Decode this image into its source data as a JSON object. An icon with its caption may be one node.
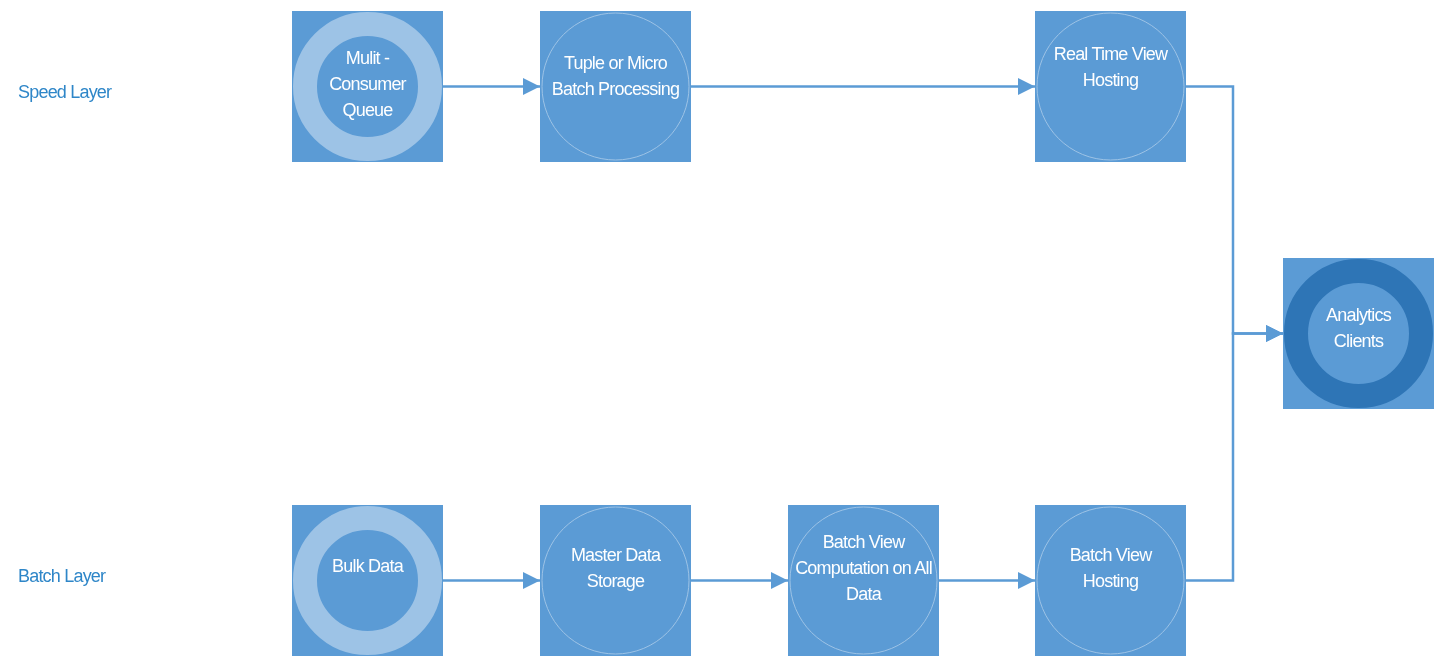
{
  "diagram": {
    "nodes": [
      {
        "text": [
          "Mulit - Consumer Queue"
        ]
      },
      {
        "text": [
          "Tuple or Micro Batch Processing"
        ]
      },
      {
        "text": [
          "Real Time View Hosting"
        ]
      },
      {
        "text": [
          "Analytics Clients"
        ]
      },
      {
        "text": [
          "Bulk Data"
        ]
      },
      {
        "text": [
          "Master Data Storage"
        ]
      },
      {
        "text": [
          "Batch View Computation on All Data"
        ]
      },
      {
        "text": [
          "Batch View Hosting"
        ]
      }
    ],
    "edges": [
      {
        "from": 0,
        "to": 1,
        "arrow": "to"
      },
      {
        "from": 1,
        "to": 2,
        "arrow": "to"
      },
      {
        "from": 2,
        "to": 3,
        "arrow": "to"
      },
      {
        "from": 4,
        "to": 5,
        "arrow": "to"
      },
      {
        "from": 5,
        "to": 6,
        "arrow": "to"
      },
      {
        "from": 6,
        "to": 7,
        "arrow": "to"
      },
      {
        "from": 7,
        "to": 3,
        "arrow": "to"
      }
    ],
    "labels": [
      "Speed Layer",
      "Batch Layer"
    ]
  }
}
